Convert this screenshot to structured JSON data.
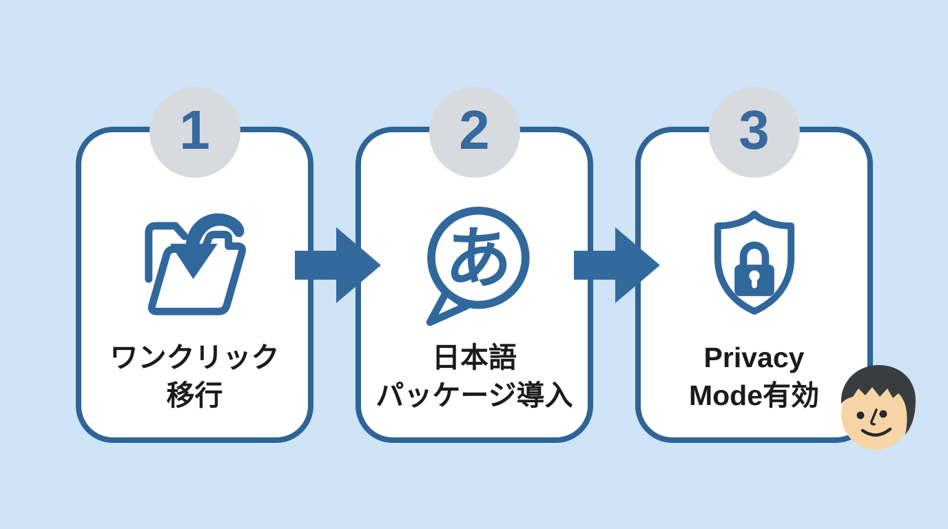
{
  "diagram": {
    "title": "",
    "colors": {
      "background": "#cfe4f7",
      "card_fill": "#ffffff",
      "card_border_blue": "#2f6496",
      "icon_blue": "#31689c",
      "badge_gray": "#d7dbe0",
      "number_blue": "#38699f",
      "label_text": "#1b1b1b",
      "face_skin": "#f8d5a6",
      "face_hair": "#3a3d40"
    },
    "steps": [
      {
        "number": "1",
        "icon": "folder-import-icon",
        "label_line1": "ワンクリック",
        "label_line2": "移行"
      },
      {
        "number": "2",
        "icon": "language-bubble-icon",
        "bubble_glyph": "あ",
        "label_line1": "日本語",
        "label_line2": "パッケージ導入"
      },
      {
        "number": "3",
        "icon": "shield-lock-icon",
        "label_line1": "Privacy",
        "label_line2": "Mode有効"
      }
    ],
    "connectors": [
      {
        "icon": "right-arrow-icon"
      },
      {
        "icon": "right-arrow-icon"
      }
    ],
    "mascot": {
      "icon": "boy-face-illustration"
    }
  }
}
